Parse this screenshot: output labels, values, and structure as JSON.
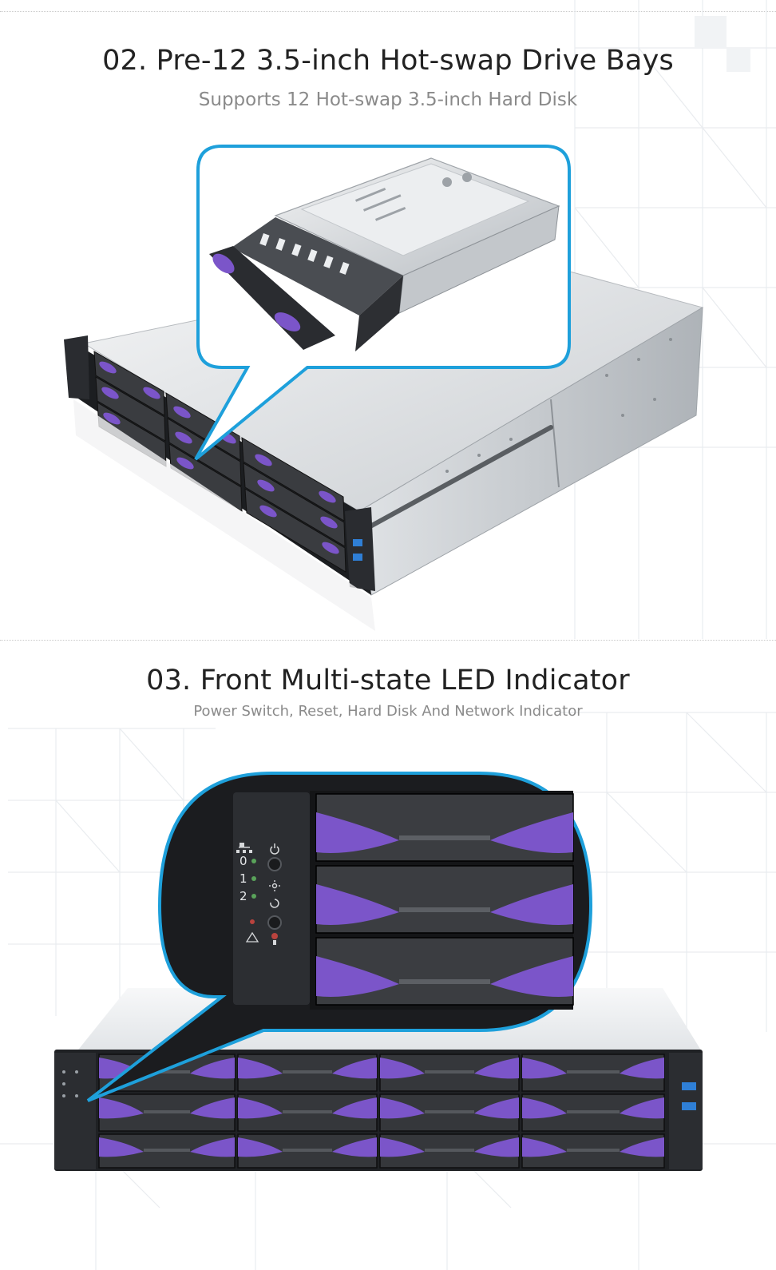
{
  "sections": [
    {
      "title": "02. Pre-12 3.5-inch Hot-swap Drive Bays",
      "subtitle": "Supports 12 Hot-swap 3.5-inch Hard Disk"
    },
    {
      "title": "03. Front Multi-state LED Indicator",
      "subtitle": "Power Switch, Reset, Hard Disk And Network Indicator"
    }
  ],
  "led_panel": {
    "labels": [
      "0",
      "1",
      "2"
    ]
  },
  "colors": {
    "callout_border": "#1ea0db",
    "drive_accent": "#7b55c9",
    "chassis_dark": "#1d1f22",
    "chassis_silver": "#d9dcdf"
  }
}
